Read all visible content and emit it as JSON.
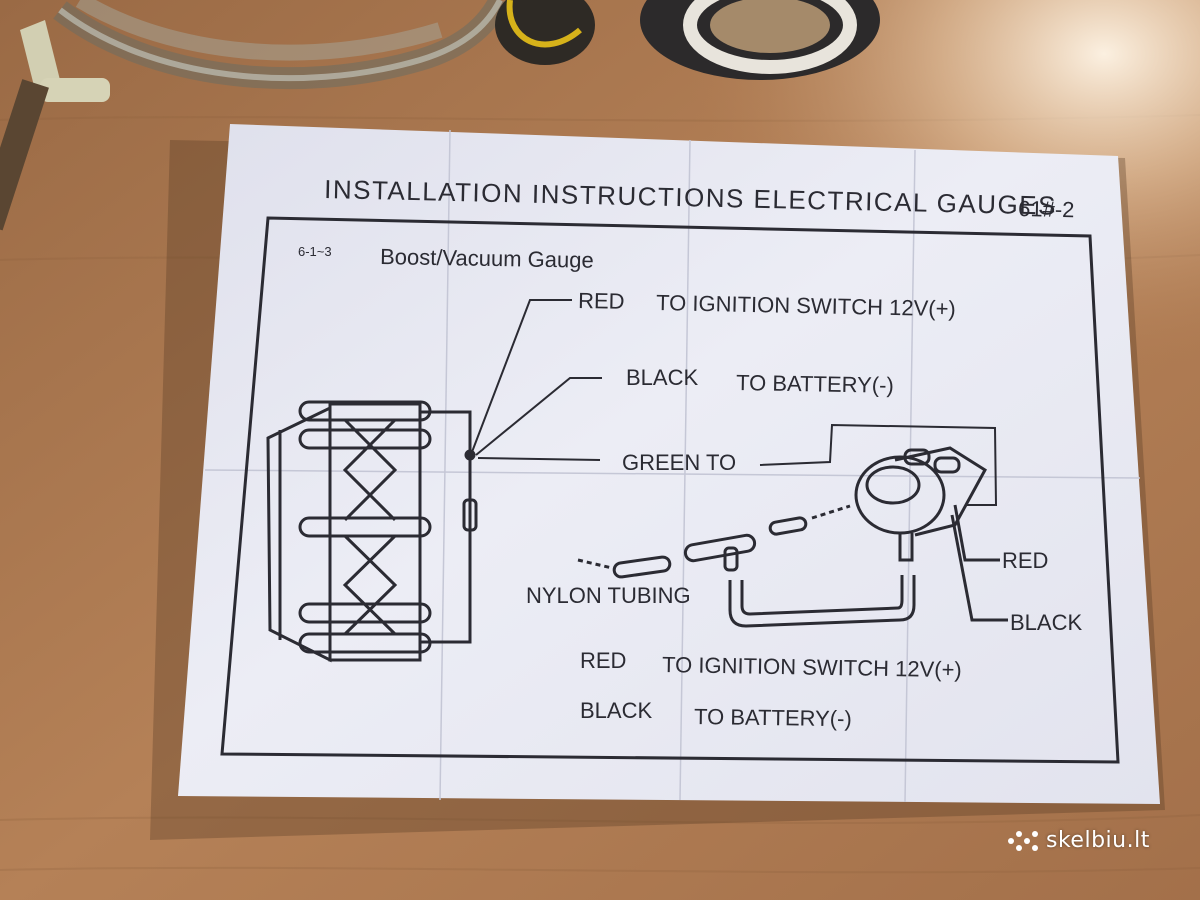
{
  "sheet": {
    "title": "INSTALLATION INSTRUCTIONS ELECTRICAL GAUGES",
    "code": "61#-2",
    "model": "6-1~3",
    "gauge_name": "Boost/Vacuum Gauge"
  },
  "labels": {
    "red_top": "RED",
    "red_top_dest": "TO IGNITION SWITCH 12V(+)",
    "black_top": "BLACK",
    "black_top_dest": "TO BATTERY(-)",
    "green": "GREEN TO",
    "red_side": "RED",
    "black_side": "BLACK",
    "nylon": "NYLON TUBING",
    "red_bottom": "RED",
    "red_bottom_dest": "TO IGNITION SWITCH 12V(+)",
    "black_bottom": "BLACK",
    "black_bottom_dest": "TO BATTERY(-)"
  },
  "watermark": {
    "text": "skelbiu.lt"
  },
  "colors": {
    "table": "#b27f55",
    "paper": "#e7e8f1",
    "ink": "#2b2b33"
  }
}
